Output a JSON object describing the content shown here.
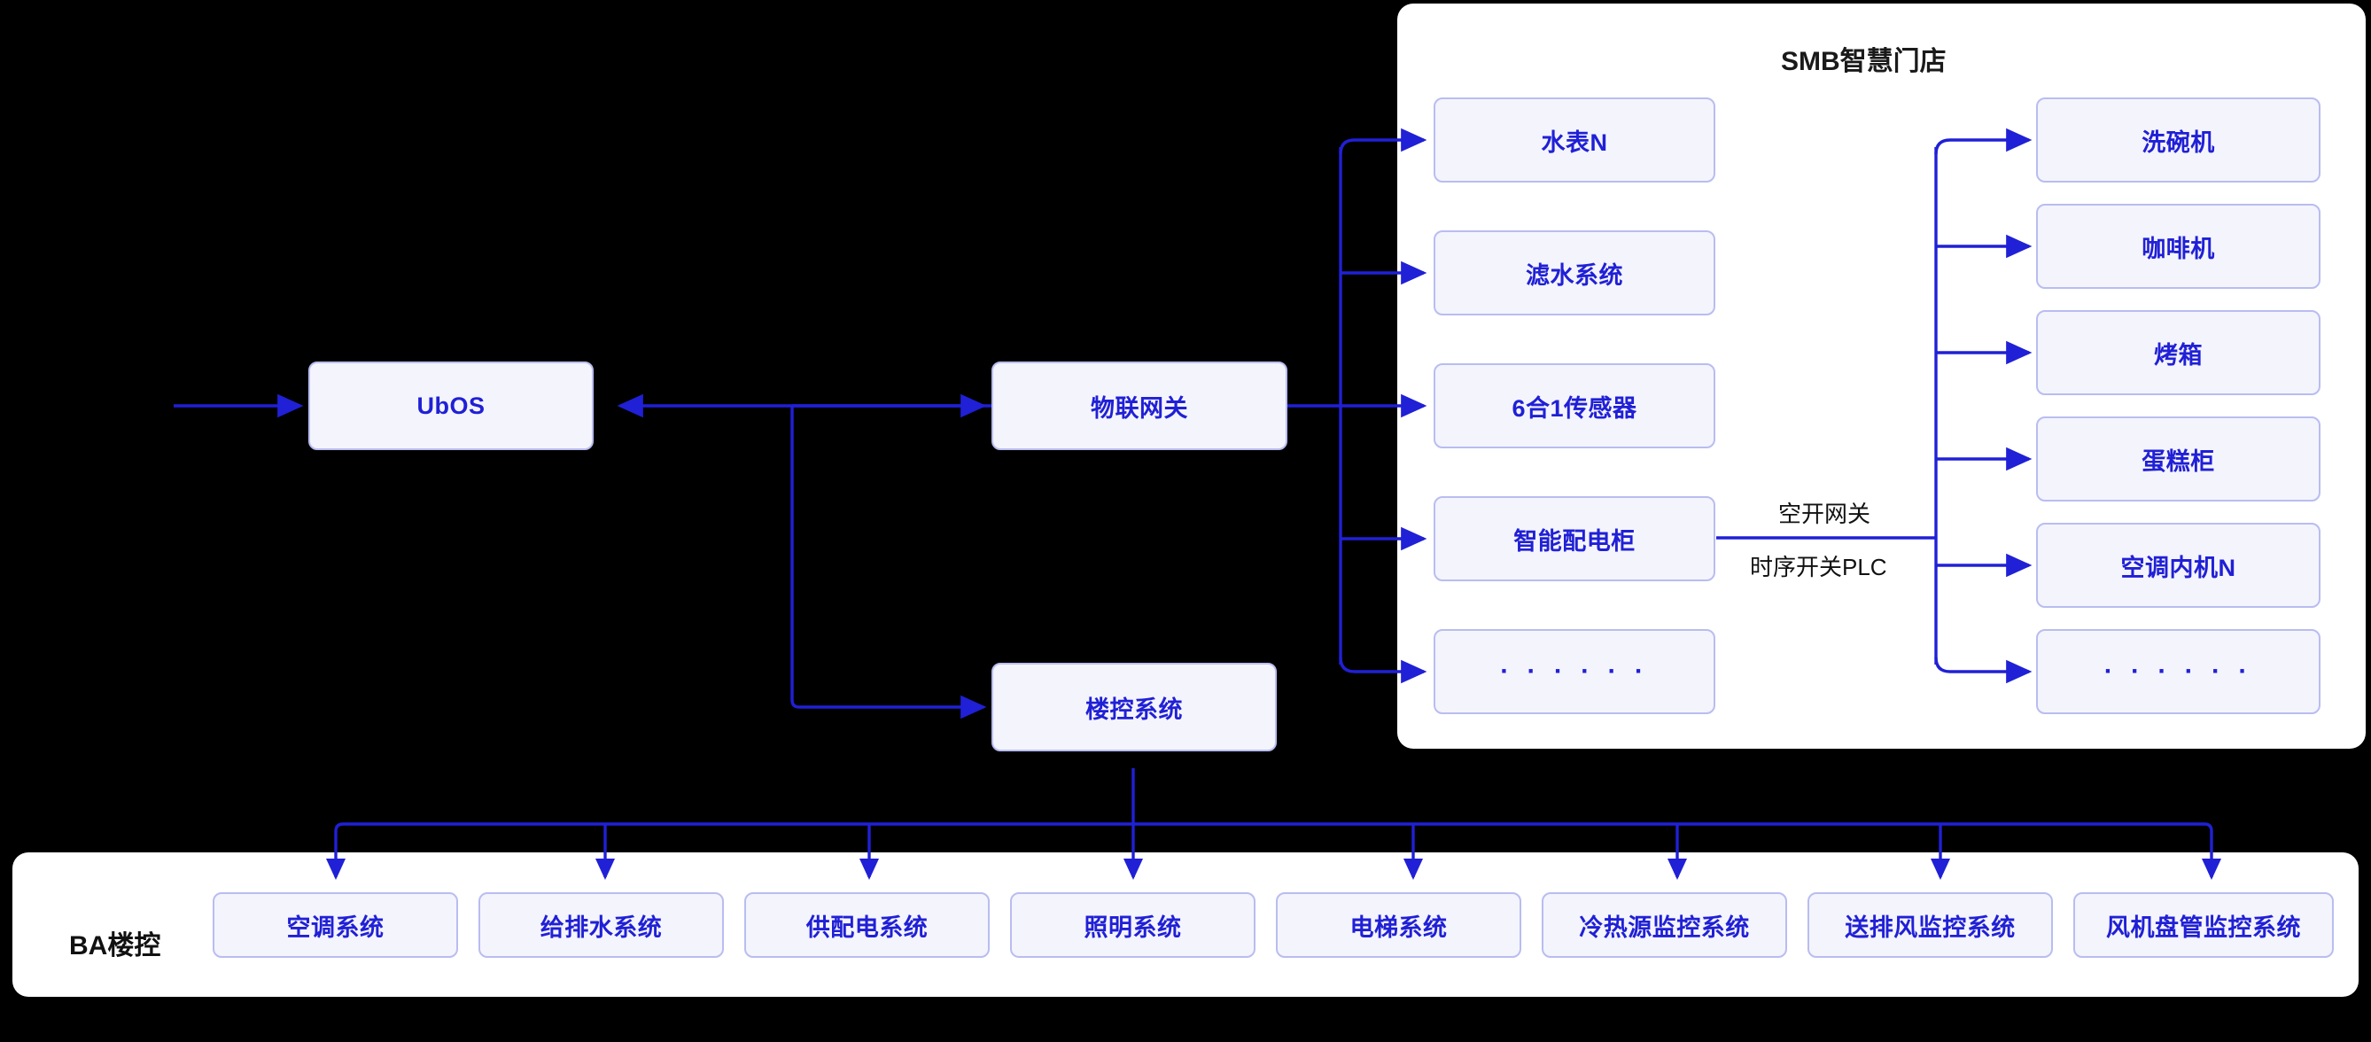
{
  "diagram": {
    "title_smb_panel": "SMB智慧门店",
    "ba_label": "BA楼控",
    "accent_color": "#2020d6",
    "node_fill": "#f4f4fd",
    "node_border": "#b9bdf0",
    "panel_fill": "#ffffff",
    "background": "#000000"
  },
  "core": {
    "ubos": "UbOS",
    "iot_gateway": "物联网关",
    "bms": "楼控系统"
  },
  "smb_left_column": [
    {
      "label": "水表N"
    },
    {
      "label": "滤水系统"
    },
    {
      "label": "6合1传感器"
    },
    {
      "label": "智能配电柜"
    },
    {
      "label": "· · · · · ·"
    }
  ],
  "smb_right_column": [
    {
      "label": "洗碗机"
    },
    {
      "label": "咖啡机"
    },
    {
      "label": "烤箱"
    },
    {
      "label": "蛋糕柜"
    },
    {
      "label": "空调内机N"
    },
    {
      "label": "· · · · · ·"
    }
  ],
  "link_labels": {
    "above": "空开网关",
    "below": "时序开关PLC"
  },
  "ba_systems": [
    {
      "label": "空调系统"
    },
    {
      "label": "给排水系统"
    },
    {
      "label": "供配电系统"
    },
    {
      "label": "照明系统"
    },
    {
      "label": "电梯系统"
    },
    {
      "label": "冷热源监控系统"
    },
    {
      "label": "送排风监控系统"
    },
    {
      "label": "风机盘管监控系统"
    }
  ]
}
